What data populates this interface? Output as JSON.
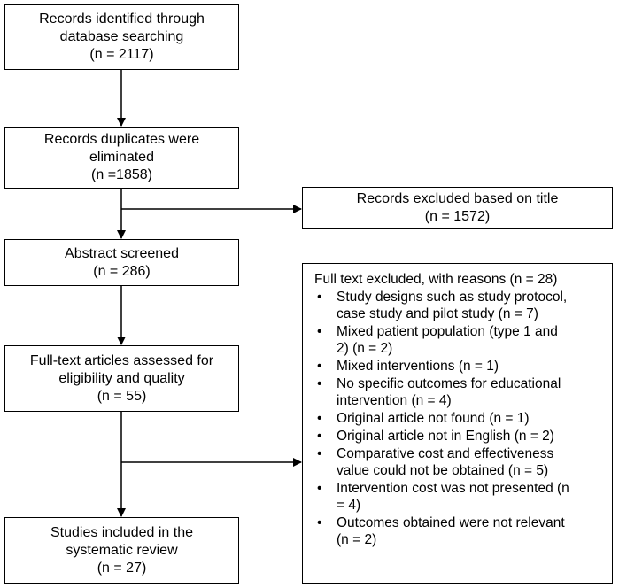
{
  "flow": {
    "identified": [
      "Records identified through",
      "database searching",
      "(n = 2117)"
    ],
    "duplicates": [
      "Records duplicates were",
      "eliminated",
      "(n =1858)"
    ],
    "abstract": [
      "Abstract screened",
      "(n = 286)"
    ],
    "fulltext": [
      "Full-text articles assessed for",
      "eligibility and quality",
      "(n = 55)"
    ],
    "included": [
      "Studies included in the",
      "systematic review",
      "(n = 27)"
    ]
  },
  "excluded_title": [
    "Records excluded based on title",
    "(n = 1572)"
  ],
  "fulltext_excluded": {
    "heading": "Full text excluded, with reasons (n = 28)",
    "bullet": "•",
    "reasons": [
      [
        "Study designs such as study protocol,",
        "case study and pilot study (n = 7)"
      ],
      [
        "Mixed patient population (type 1 and",
        "2) (n = 2)"
      ],
      [
        "Mixed interventions (n = 1)"
      ],
      [
        "No specific outcomes for educational",
        "intervention (n = 4)"
      ],
      [
        "Original article not found (n = 1)"
      ],
      [
        "Original article not in English (n = 2)"
      ],
      [
        "Comparative cost and effectiveness",
        "value could not be obtained (n = 5)"
      ],
      [
        "Intervention cost was not presented (n",
        "= 4)"
      ],
      [
        "Outcomes obtained were not relevant",
        "(n = 2)"
      ]
    ]
  }
}
